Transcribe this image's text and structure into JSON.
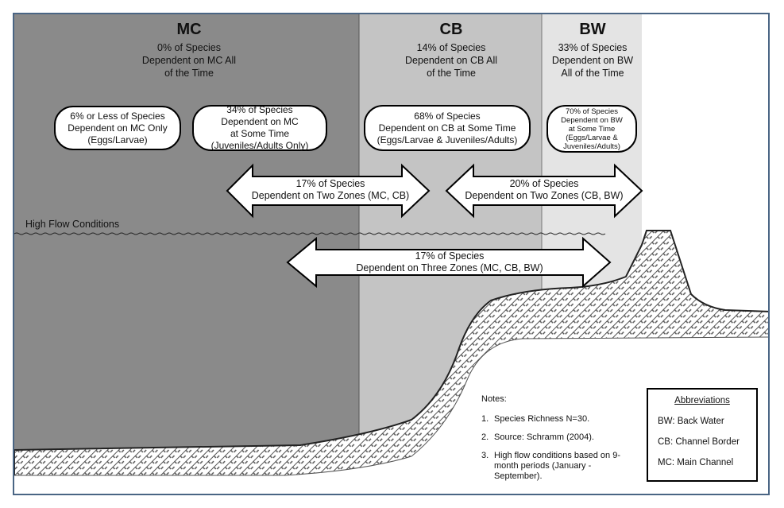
{
  "zones": {
    "mc": {
      "code": "MC",
      "line1": "0% of Species",
      "line2": "Dependent on MC All",
      "line3": "of the Time"
    },
    "cb": {
      "code": "CB",
      "line1": "14% of Species",
      "line2": "Dependent on CB All",
      "line3": "of the Time"
    },
    "bw": {
      "code": "BW",
      "line1": "33% of Species",
      "line2": "Dependent on BW",
      "line3": "All of the Time"
    }
  },
  "pills": {
    "mc_only": [
      "6% or Less of Species",
      "Dependent on MC Only",
      "(Eggs/Larvae)"
    ],
    "mc_some": [
      "34% of Species",
      "Dependent on MC",
      "at Some Time",
      "(Juveniles/Adults Only)"
    ],
    "cb_some": [
      "68% of Species",
      "Dependent on CB at Some Time",
      "(Eggs/Larvae & Juveniles/Adults)"
    ],
    "bw_some": [
      "70% of Species",
      "Dependent on BW",
      "at Some Time",
      "(Eggs/Larvae &",
      "Juveniles/Adults)"
    ]
  },
  "arrows": {
    "mc_cb": [
      "17% of Species",
      "Dependent on Two Zones (MC, CB)"
    ],
    "cb_bw": [
      "20% of Species",
      "Dependent on Two Zones (CB, BW)"
    ],
    "three": [
      "17% of Species",
      "Dependent on Three Zones (MC, CB, BW)"
    ]
  },
  "high_flow_label": "High Flow Conditions",
  "notes": {
    "title": "Notes:",
    "items": [
      {
        "num": "1.",
        "text": "Species Richness N=30."
      },
      {
        "num": "2.",
        "text": "Source: Schramm (2004)."
      },
      {
        "num": "3.",
        "text": "High flow conditions based on 9-month periods (January - September)."
      }
    ]
  },
  "abbreviations": {
    "title": "Abbreviations",
    "items": [
      "BW: Back Water",
      "CB: Channel Border",
      "MC: Main Channel"
    ]
  },
  "colors": {
    "mc": "#8a8a8a",
    "cb": "#c4c4c4",
    "bw": "#e4e4e4",
    "frame": "#4a6584"
  }
}
